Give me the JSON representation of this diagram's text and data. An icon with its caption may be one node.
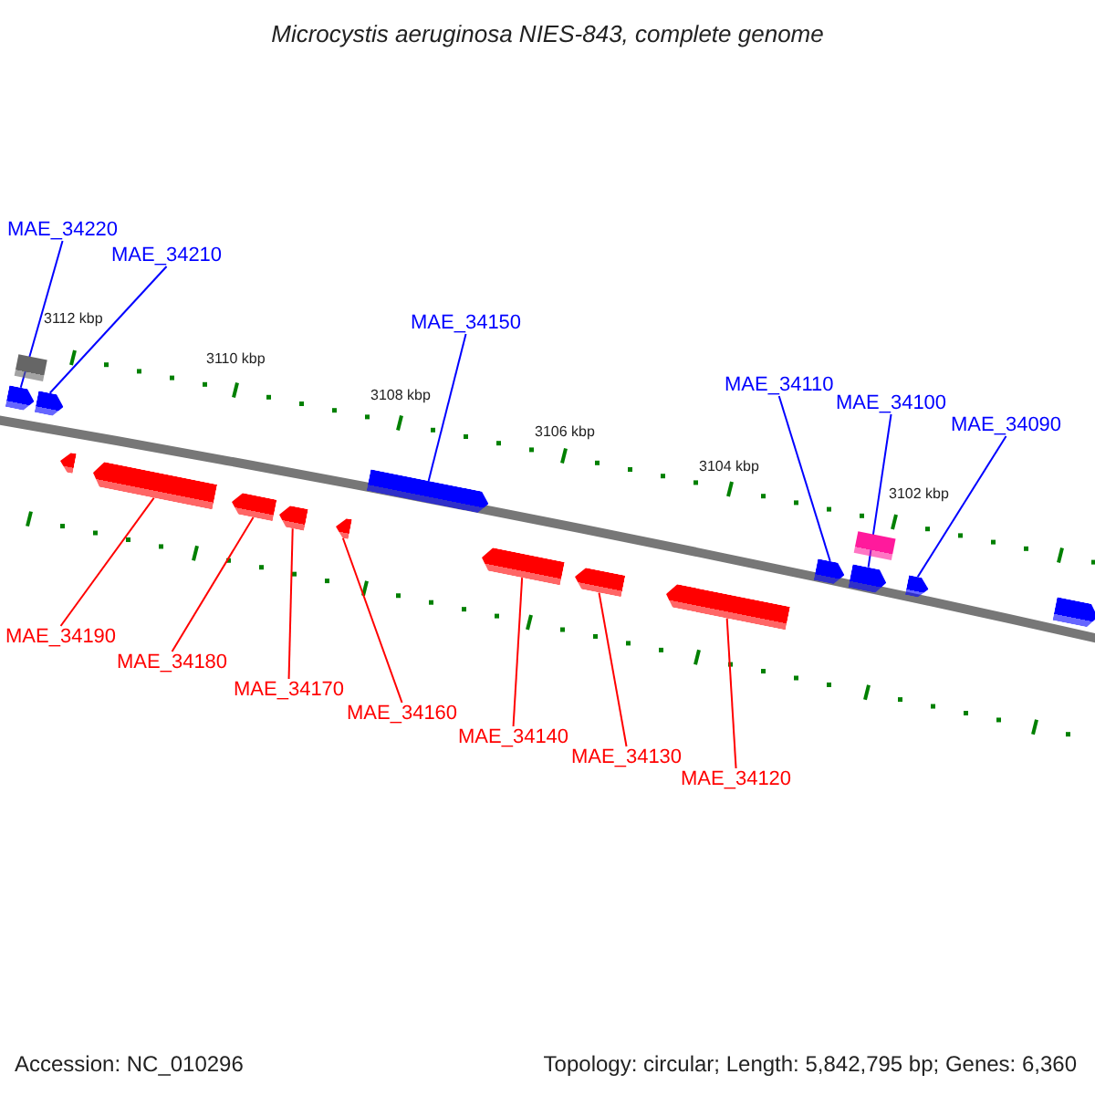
{
  "diagram": {
    "title": "Microcystis aeruginosa NIES-843, complete genome",
    "nodes": [
      {
        "text": [
          "MAE_34220"
        ]
      },
      {
        "text": [
          "MAE_34210"
        ]
      },
      {
        "text": [
          "MAE_34150"
        ]
      },
      {
        "text": [
          "MAE_34110"
        ]
      },
      {
        "text": [
          "MAE_34100"
        ]
      },
      {
        "text": [
          "MAE_34090"
        ]
      },
      {
        "text": [],
        "shape": "box"
      },
      {
        "text": [],
        "shape": "pentagon"
      },
      {
        "text": [],
        "shape": "pentagon"
      },
      {
        "text": [],
        "shape": "pentagon"
      },
      {
        "text": [],
        "shape": "box"
      },
      {
        "text": [],
        "shape": "pentagon"
      },
      {
        "text": [],
        "shape": "pentagon"
      },
      {
        "text": [],
        "shape": "pentagon"
      },
      {
        "text": [],
        "shape": "pentagon"
      },
      {
        "text": [],
        "shape": "pentagon"
      },
      {
        "text": [],
        "shape": "pentagon"
      },
      {
        "text": [],
        "shape": "pentagon"
      },
      {
        "text": [],
        "shape": "pentagon"
      },
      {
        "text": [],
        "shape": "pentagon"
      },
      {
        "text": [],
        "shape": "pentagon"
      },
      {
        "text": [],
        "shape": "pentagon"
      },
      {
        "text": [],
        "shape": "pentagon"
      },
      {
        "text": [
          "MAE_34190"
        ]
      },
      {
        "text": [
          "MAE_34180"
        ]
      },
      {
        "text": [
          "MAE_34170"
        ]
      },
      {
        "text": [
          "MAE_34160"
        ]
      },
      {
        "text": [
          "MAE_34140"
        ]
      },
      {
        "text": [
          "MAE_34130"
        ]
      },
      {
        "text": [
          "MAE_34120"
        ]
      }
    ],
    "edges": [
      {
        "from": 0,
        "to": 7,
        "arrow": "none",
        "color": "#0000ff"
      },
      {
        "from": 1,
        "to": 8,
        "arrow": "none",
        "color": "#0000ff"
      },
      {
        "from": 2,
        "to": 9,
        "arrow": "none",
        "color": "#0000ff"
      },
      {
        "from": 3,
        "to": 11,
        "arrow": "none",
        "color": "#0000ff"
      },
      {
        "from": 4,
        "to": 12,
        "arrow": "none",
        "color": "#0000ff"
      },
      {
        "from": 5,
        "to": 13,
        "arrow": "none",
        "color": "#0000ff"
      },
      {
        "from": 23,
        "to": 16,
        "arrow": "none"
      },
      {
        "from": 24,
        "to": 17,
        "arrow": "none"
      },
      {
        "from": 25,
        "to": 18,
        "arrow": "none"
      },
      {
        "from": 26,
        "to": 19,
        "arrow": "none"
      },
      {
        "from": 27,
        "to": 20,
        "arrow": "none"
      },
      {
        "from": 28,
        "to": 21,
        "arrow": "none"
      },
      {
        "from": 29,
        "to": 22,
        "arrow": "none"
      }
    ],
    "labels": [
      "3112 kbp",
      "3110 kbp",
      "3108 kbp",
      "3106 kbp",
      "3104 kbp",
      "3102 kbp",
      "Accession: NC_010296",
      "Topology: circular; Length: 5,842,795 bp; Genes: 6,360"
    ]
  }
}
